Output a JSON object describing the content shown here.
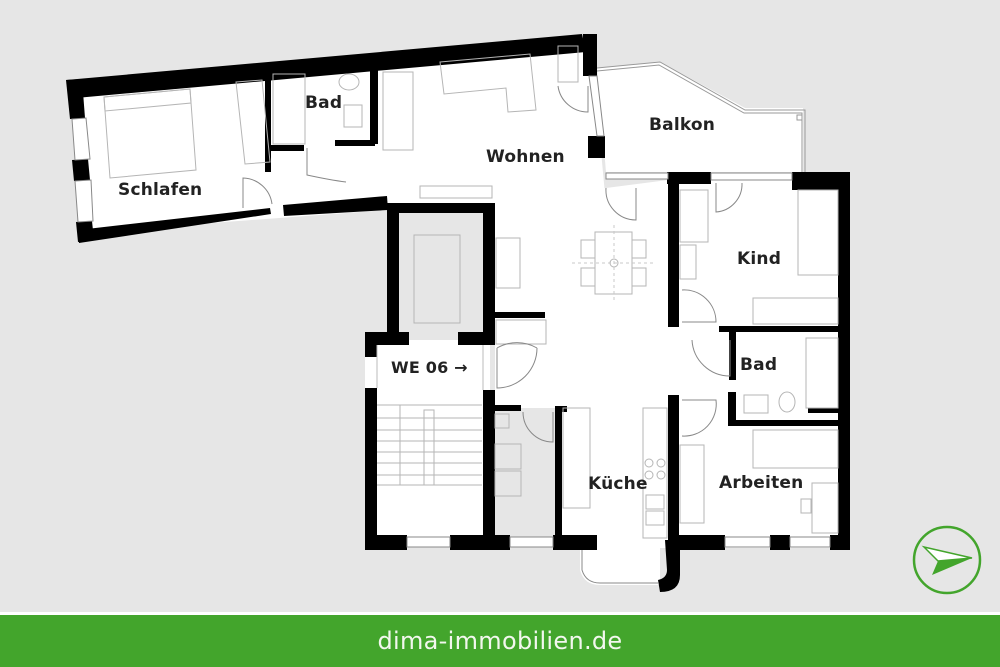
{
  "floorplan": {
    "unit_label": "WE 06 →",
    "rooms": [
      {
        "id": "schlafen",
        "label": "Schlafen"
      },
      {
        "id": "bad-1",
        "label": "Bad"
      },
      {
        "id": "wohnen",
        "label": "Wohnen"
      },
      {
        "id": "balkon",
        "label": "Balkon"
      },
      {
        "id": "kind",
        "label": "Kind"
      },
      {
        "id": "bad-2",
        "label": "Bad"
      },
      {
        "id": "kueche",
        "label": "Küche"
      },
      {
        "id": "arbeiten",
        "label": "Arbeiten"
      }
    ],
    "compass_icon": "north-arrow-icon"
  },
  "footer": {
    "website": "dima-immobilien.de"
  },
  "colors": {
    "background": "#e6e6e6",
    "wall": "#000000",
    "floor": "#ffffff",
    "furniture_line": "#b5b5b5",
    "brand_green": "#43a52c"
  }
}
